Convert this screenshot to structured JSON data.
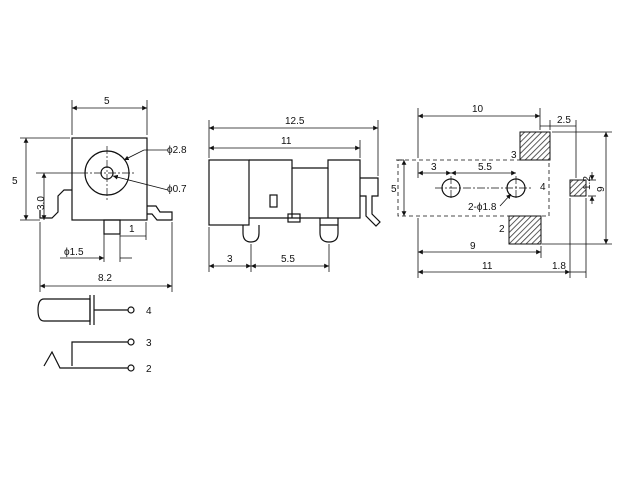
{
  "front_view": {
    "dim_width": "5",
    "dim_height": "5",
    "dim_3": "3.0",
    "dim_1": "1",
    "dim_phi15": "ϕ1.5",
    "dim_82": "8.2",
    "dim_phi28": "ϕ2.8",
    "dim_phi07": "ϕ0.7"
  },
  "side_view": {
    "dim_125": "12.5",
    "dim_11": "11",
    "dim_3": "3",
    "dim_55": "5.5"
  },
  "footprint": {
    "dim_10": "10",
    "dim_25": "2.5",
    "dim_5": "5",
    "dim_3": "3",
    "dim_55": "5.5",
    "dim_holes": "2-ϕ1.8",
    "dim_12": "1.2",
    "dim_9_right": "9",
    "dim_9_bottom": "9",
    "dim_11": "11",
    "dim_18": "1.8",
    "pad_labels": [
      "3",
      "4",
      "2"
    ]
  },
  "schematic": {
    "pin_labels": [
      "4",
      "3",
      "2"
    ]
  }
}
